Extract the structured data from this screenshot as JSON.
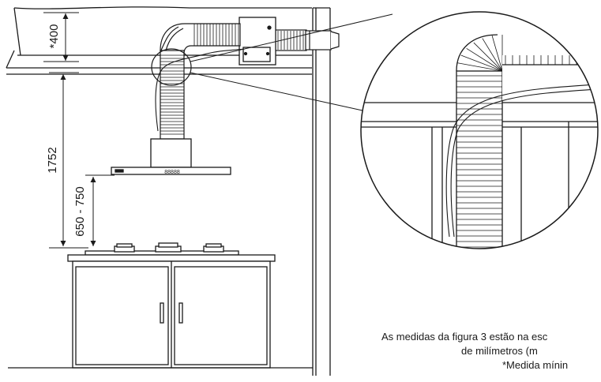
{
  "dimensions": {
    "ceiling_gap": "*400",
    "hood_height": "1752",
    "hood_to_cooktop": "650 - 750"
  },
  "hood_display": "88888",
  "notes": {
    "line1": "As medidas da figura 3 estão na esc",
    "line2": "de milímetros (m",
    "line3": "*Medida mínin"
  }
}
